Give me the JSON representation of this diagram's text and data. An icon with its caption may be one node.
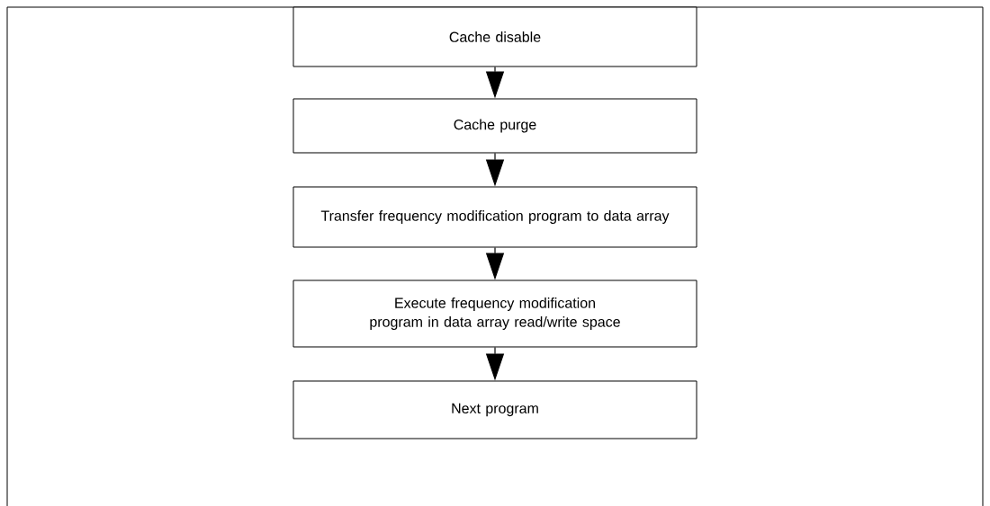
{
  "diagram": {
    "nodes": [
      {
        "text": [
          "Cache disable"
        ]
      },
      {
        "text": [
          "Cache purge"
        ]
      },
      {
        "text": [
          "Transfer frequency modification program to data array"
        ]
      },
      {
        "text": [
          "Execute frequency modification program in data array read/write space"
        ]
      },
      {
        "text": [
          "Next program"
        ]
      }
    ],
    "edges": [
      {
        "from": 0,
        "to": 1,
        "arrow": "to"
      },
      {
        "from": 1,
        "to": 2,
        "arrow": "to"
      },
      {
        "from": 2,
        "to": 3,
        "arrow": "to"
      },
      {
        "from": 3,
        "to": 4,
        "arrow": "to"
      }
    ]
  }
}
